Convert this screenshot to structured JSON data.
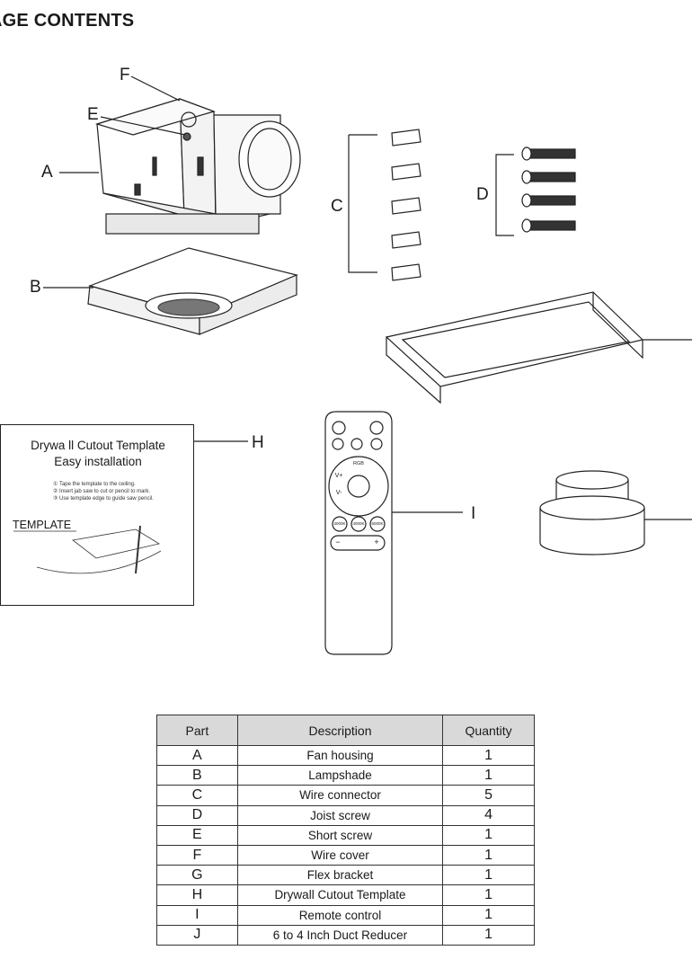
{
  "heading": "AGE CONTENTS",
  "callouts": {
    "a": "A",
    "b": "B",
    "c": "C",
    "d": "D",
    "e": "E",
    "f": "F",
    "h": "H",
    "i": "I"
  },
  "template_card": {
    "title_line1": "Drywa ll Cutout Template",
    "title_line2": "Easy installation",
    "steps": [
      "① Tape the template to the ceiling.",
      "② Insert jab saw to cut or pencil to mark.",
      "③ Use template edge to guide saw pencil."
    ],
    "label": "TEMPLATE"
  },
  "remote": {
    "rgb_label": "RGB",
    "vplus": "V+",
    "vminus": "V-",
    "cct_buttons": [
      "3000K",
      "4000K",
      "5000K"
    ],
    "minus": "−",
    "plus": "+"
  },
  "table": {
    "headers": [
      "Part",
      "Description",
      "Quantity"
    ],
    "rows": [
      [
        "A",
        "Fan housing",
        "1"
      ],
      [
        "B",
        "Lampshade",
        "1"
      ],
      [
        "C",
        "Wire connector",
        "5"
      ],
      [
        "D",
        "Joist screw",
        "4"
      ],
      [
        "E",
        "Short screw",
        "1"
      ],
      [
        "F",
        "Wire cover",
        "1"
      ],
      [
        "G",
        "Flex bracket",
        "1"
      ],
      [
        "H",
        "Drywall Cutout Template",
        "1"
      ],
      [
        "I",
        "Remote control",
        "1"
      ],
      [
        "J",
        "6 to 4 Inch Duct Reducer",
        "1"
      ]
    ]
  }
}
